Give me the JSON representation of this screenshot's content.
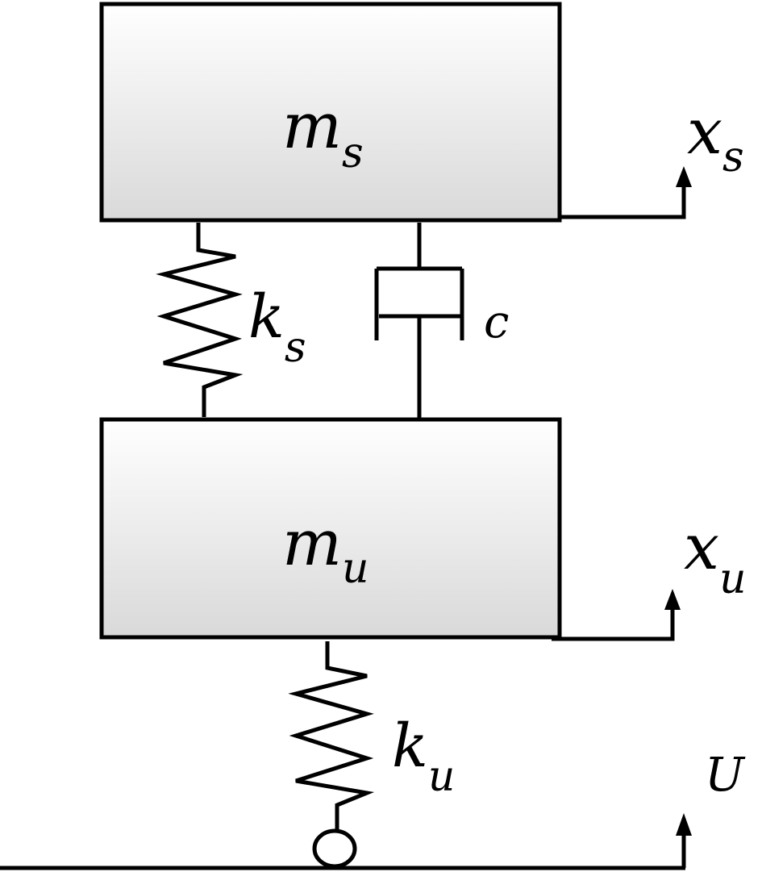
{
  "diagram": {
    "sprung_mass": {
      "symbol": "m",
      "subscript": "s"
    },
    "unsprung_mass": {
      "symbol": "m",
      "subscript": "u"
    },
    "suspension_spring": {
      "symbol": "k",
      "subscript": "s"
    },
    "tire_spring": {
      "symbol": "k",
      "subscript": "u"
    },
    "damper": {
      "symbol": "c"
    },
    "sprung_displacement": {
      "symbol": "x",
      "subscript": "s"
    },
    "unsprung_displacement": {
      "symbol": "x",
      "subscript": "u"
    },
    "road_input": {
      "symbol": "U"
    }
  }
}
